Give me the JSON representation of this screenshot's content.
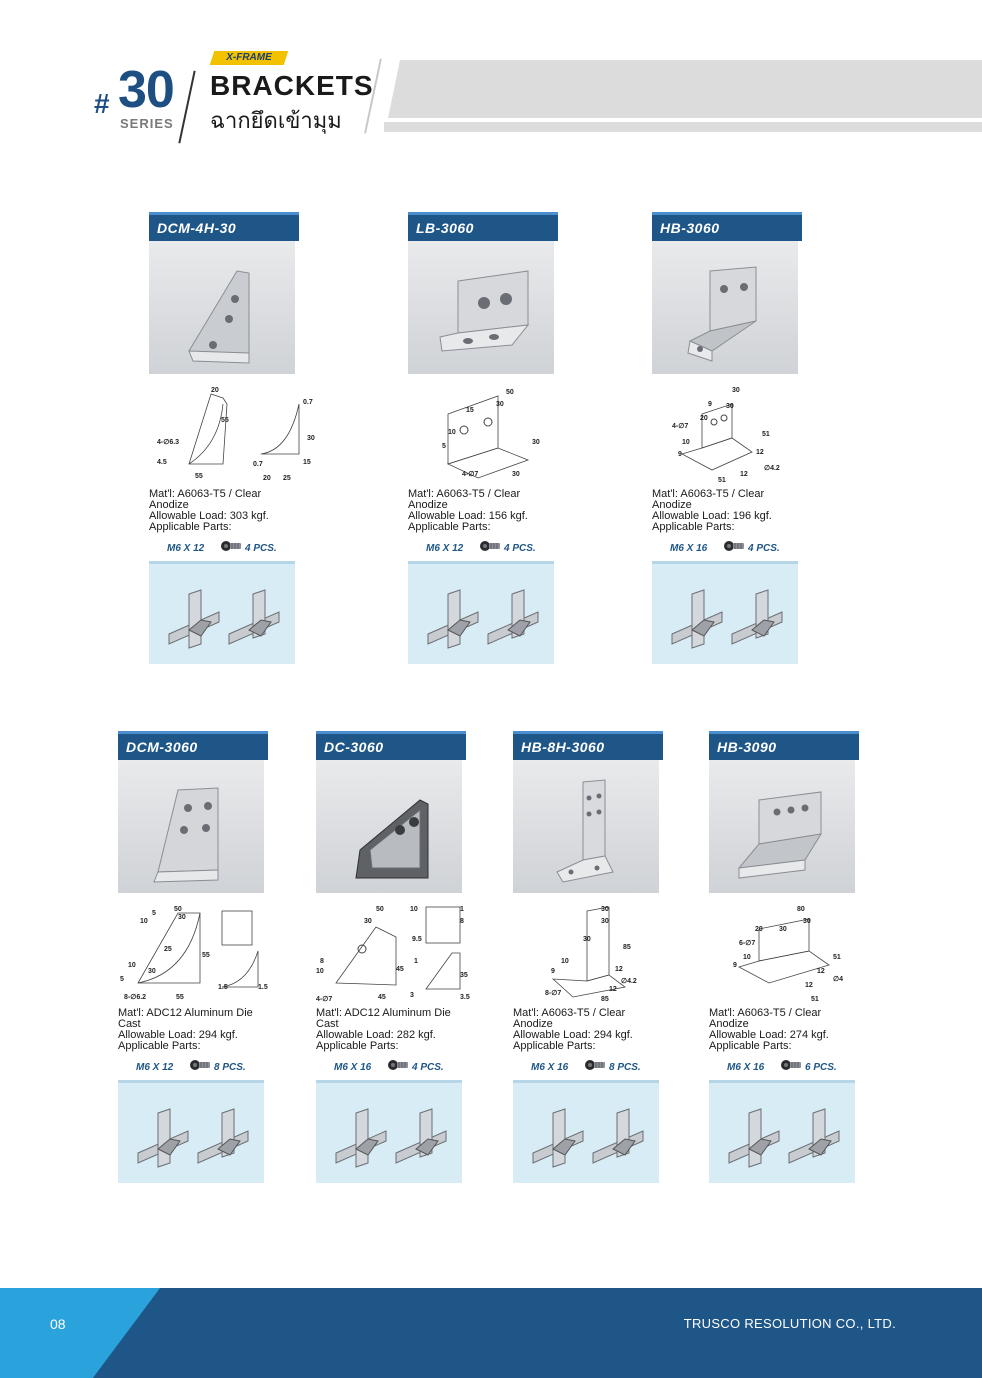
{
  "header": {
    "brand_tag": "X-FRAME",
    "hash": "#",
    "series_number": "30",
    "series_label": "SERIES",
    "title": "BRACKETS",
    "title_thai": "ฉากยึดเข้ามุม"
  },
  "spec_labels": {
    "applicable_parts": "Applicable Parts:"
  },
  "products": [
    {
      "code": "DCM-4H-30",
      "material": "Mat'l: A6063-T5 / Clear Anodize",
      "load": "Allowable Load: 303 kgf.",
      "screw": "M6 X 12",
      "qty": "4 PCS.",
      "dims": [
        "20",
        "55",
        "4-∅6.3",
        "4.5",
        "55",
        "0.7",
        "30",
        "15",
        "0.7",
        "20",
        "25"
      ]
    },
    {
      "code": "LB-3060",
      "material": "Mat'l: A6063-T5 / Clear Anodize",
      "load": "Allowable Load: 156 kgf.",
      "screw": "M6 X 12",
      "qty": "4 PCS.",
      "dims": [
        "50",
        "30",
        "15",
        "10",
        "5",
        "30",
        "4-∅7",
        "30"
      ]
    },
    {
      "code": "HB-3060",
      "material": "Mat'l: A6063-T5 / Clear Anodize",
      "load": "Allowable Load: 196 kgf.",
      "screw": "M6 X 16",
      "qty": "4 PCS.",
      "dims": [
        "30",
        "9",
        "30",
        "20",
        "4-∅7",
        "10",
        "9",
        "51",
        "12",
        "∅4.2",
        "12",
        "51"
      ]
    },
    {
      "code": "DCM-3060",
      "material": "Mat'l: ADC12 Aluminum Die Cast",
      "load": "Allowable Load: 294 kgf.",
      "screw": "M6 X 12",
      "qty": "8 PCS.",
      "dims": [
        "50",
        "5",
        "30",
        "10",
        "25",
        "55",
        "10",
        "30",
        "5",
        "8-∅6.2",
        "55",
        "1.5",
        "1.5"
      ]
    },
    {
      "code": "DC-3060",
      "material": "Mat'l: ADC12 Aluminum Die Cast",
      "load": "Allowable Load: 282 kgf.",
      "screw": "M6 X 16",
      "qty": "4 PCS.",
      "dims": [
        "50",
        "30",
        "10",
        "1",
        "8",
        "9.5",
        "10",
        "8",
        "45",
        "1",
        "4-∅7",
        "45",
        "3",
        "35",
        "3.5"
      ]
    },
    {
      "code": "HB-8H-3060",
      "material": "Mat'l: A6063-T5 / Clear Anodize",
      "load": "Allowable Load: 294 kgf.",
      "screw": "M6 X 16",
      "qty": "8 PCS.",
      "dims": [
        "30",
        "30",
        "30",
        "85",
        "10",
        "12",
        "9",
        "∅4.2",
        "8-∅7",
        "12",
        "85"
      ]
    },
    {
      "code": "HB-3090",
      "material": "Mat'l: A6063-T5 / Clear Anodize",
      "load": "Allowable Load: 274 kgf.",
      "screw": "M6 X 16",
      "qty": "6 PCS.",
      "dims": [
        "80",
        "30",
        "20",
        "6-∅7",
        "30",
        "10",
        "9",
        "51",
        "12",
        "∅4",
        "12",
        "51"
      ]
    }
  ],
  "footer": {
    "page_number": "08",
    "company": "TRUSCO RESOLUTION CO., LTD."
  },
  "colors": {
    "brand_blue": "#1e5687",
    "accent_yellow": "#f2c100",
    "light_blue": "#2aa3dc",
    "app_bg": "#d8ecf6"
  }
}
